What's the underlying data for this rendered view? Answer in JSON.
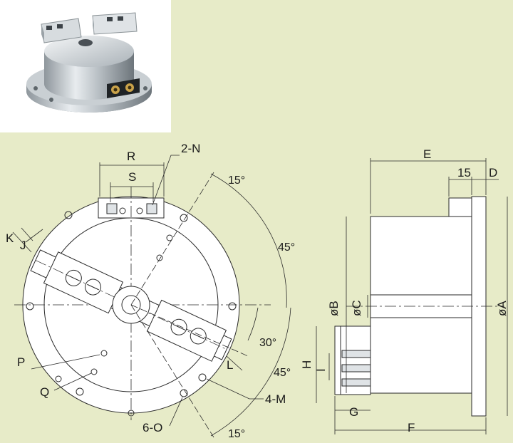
{
  "front_view": {
    "labels": {
      "R": "R",
      "S": "S",
      "two_N": "2-N",
      "K": "K",
      "J": "J",
      "P": "P",
      "Q": "Q",
      "L": "L",
      "four_M": "4-M",
      "six_O": "6-O",
      "angle_top": "15°",
      "angle_right_upper": "45°",
      "angle_right_mid": "30°",
      "angle_right_lower": "45°",
      "angle_bottom": "15°"
    }
  },
  "side_view": {
    "labels": {
      "E": "E",
      "fifteen": "15",
      "D": "D",
      "phiB": "øB",
      "phiC": "øC",
      "phiA": "øA",
      "H": "H",
      "I": "I",
      "G": "G",
      "F": "F"
    }
  },
  "colors": {
    "background": "#e7ebc8",
    "part_fill": "#ffffff",
    "line": "#2a2a2a"
  }
}
